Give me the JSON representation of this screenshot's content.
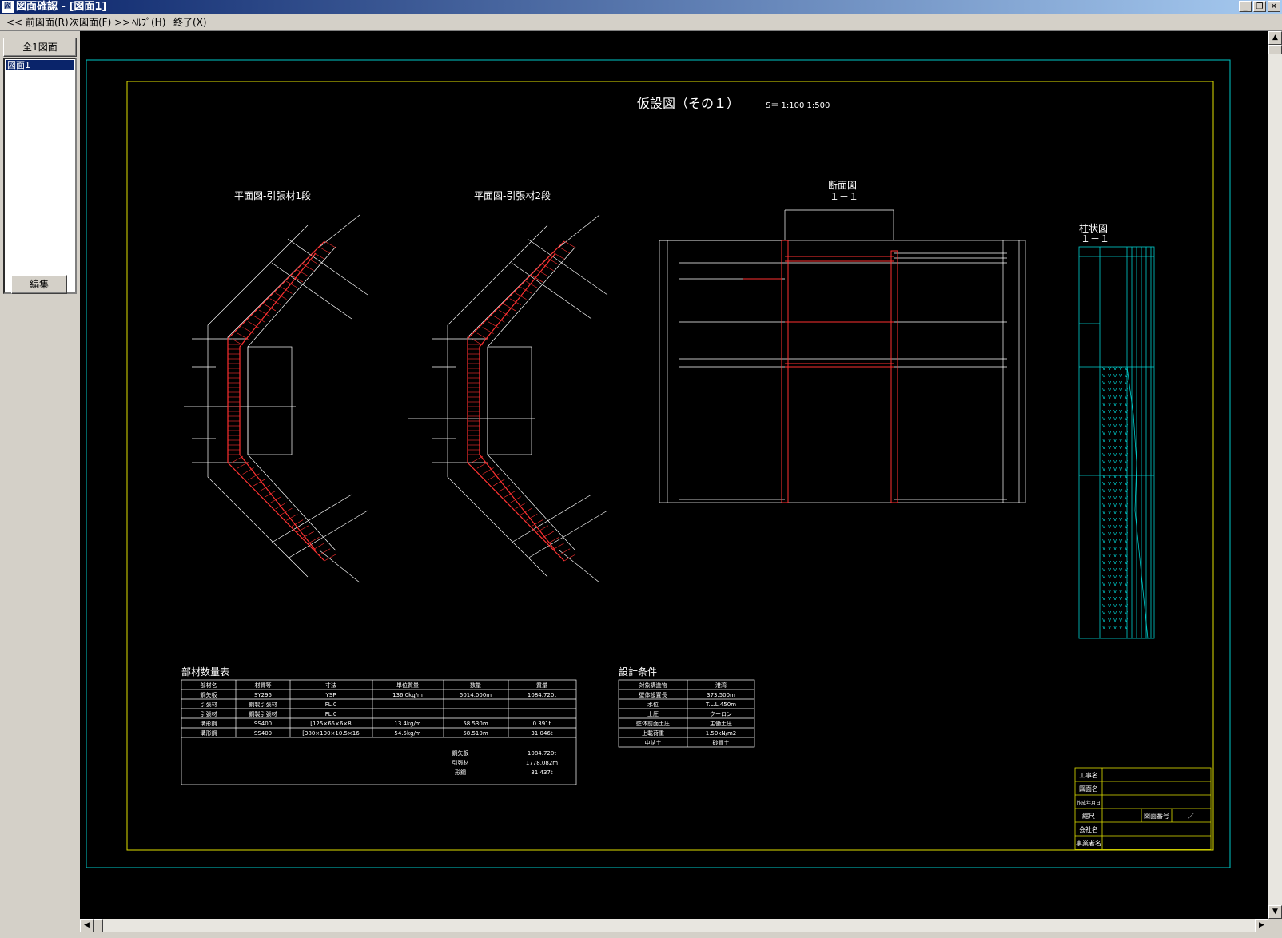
{
  "window": {
    "title": "図面確認 - [図面1]",
    "icon": "app-icon",
    "controls": [
      "minimize",
      "restore",
      "close"
    ]
  },
  "menu": [
    {
      "label": "<< 前図面(R)"
    },
    {
      "label": "次図面(F) >>"
    },
    {
      "label": "ﾍﾙﾌﾟ(H)"
    },
    {
      "label": "終了(X)"
    }
  ],
  "left_panel": {
    "all_button": "全1図面",
    "list_items": [
      "図面1"
    ],
    "edit_button": "編集"
  },
  "drawing": {
    "title": "仮設図（その１）",
    "scale": "S＝  1:100  1:500",
    "plan1_title": "平面図-引張材1段",
    "plan2_title": "平面図-引張材2段",
    "section_title": "断面図",
    "section_subtitle": "１－１",
    "column_title": "柱状図",
    "column_subtitle": "１－１",
    "materials": {
      "heading": "部材数量表",
      "headers": [
        "部材名",
        "材質等",
        "寸法",
        "単位質量",
        "数量",
        "質量"
      ],
      "rows": [
        [
          "鋼矢板",
          "SY295",
          "YSP",
          "136.0kg/m",
          "5014.000m",
          "1084.720t"
        ],
        [
          "引張材",
          "鋼製引張材",
          "FL.0"
        ],
        [
          "引張材",
          "鋼製引張材",
          "FL.0"
        ],
        [
          "溝形鋼",
          "SS400",
          "[125×65×6×8",
          "13.4kg/m",
          "58.530m",
          "0.391t"
        ],
        [
          "溝形鋼",
          "SS400",
          "[380×100×10.5×16",
          "54.5kg/m",
          "58.510m",
          "31.046t"
        ]
      ],
      "summary": [
        [
          "鋼矢板",
          "1084.720t"
        ],
        [
          "引張材",
          "1778.082m"
        ],
        [
          "形鋼",
          "31.437t"
        ]
      ]
    },
    "design": {
      "heading": "設計条件",
      "rows": [
        [
          "対象構造物",
          "港湾"
        ],
        [
          "壁体設置長",
          "373.500m"
        ],
        [
          "水位",
          "T.L.L.450m"
        ],
        [
          "土圧",
          "クーロン"
        ],
        [
          "壁体前面土圧",
          "主働土圧"
        ],
        [
          "上載荷重",
          "1.50kN/m2"
        ],
        [
          "中詰土",
          "砂質土"
        ]
      ]
    },
    "titleblock": {
      "rows": [
        "工事名",
        "図面名",
        "作成年月日",
        "縮尺",
        "会社名",
        "事業者名"
      ],
      "drawing_no_label": "図面番号",
      "drawing_no_value": "／"
    }
  }
}
